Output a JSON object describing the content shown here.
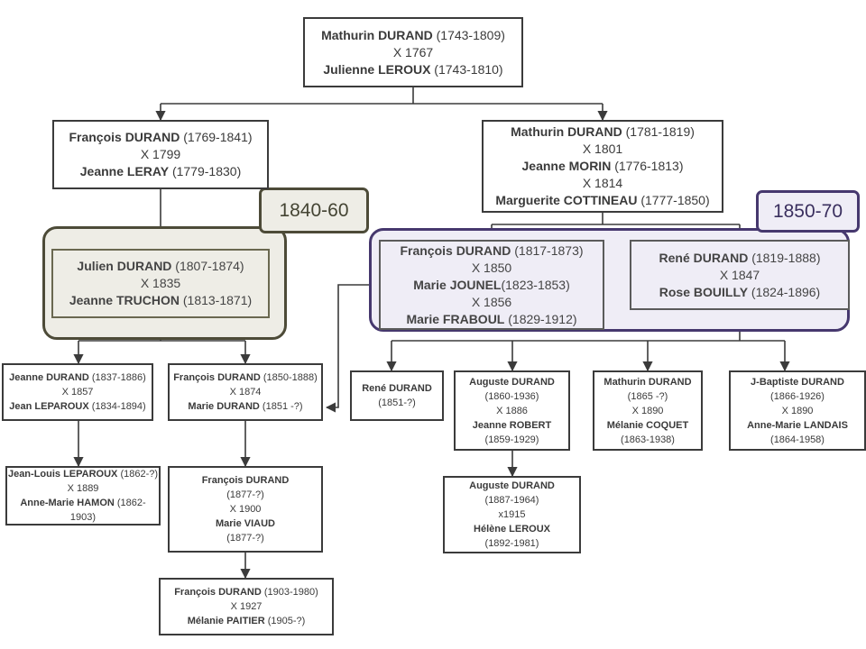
{
  "periods": {
    "p1": "1840-60",
    "p2": "1850-70"
  },
  "colors": {
    "olive_fill": "#eeede6",
    "olive_border": "#4d4b38",
    "purple_fill": "#efedf6",
    "purple_border": "#46386e",
    "line": "#3b3b3b"
  },
  "boxes": {
    "root": [
      {
        "n": "Mathurin DURAND",
        "d": " (1743-1809)"
      },
      {
        "t": "X 1767"
      },
      {
        "n": "Julienne LEROUX",
        "d": " (1743-1810)"
      }
    ],
    "francois1769": [
      {
        "n": "François DURAND",
        "d": " (1769-1841)"
      },
      {
        "t": "X 1799"
      },
      {
        "n": "Jeanne  LERAY",
        "d": " (1779-1830)"
      }
    ],
    "mathurin1781": [
      {
        "n": "Mathurin DURAND",
        "d": " (1781-1819)"
      },
      {
        "t": "X 1801"
      },
      {
        "n": "Jeanne  MORIN",
        "d": " (1776-1813)"
      },
      {
        "t": "X 1814"
      },
      {
        "n": "Marguerite COTTINEAU",
        "d": " (1777-1850)"
      }
    ],
    "julien": [
      {
        "n": "Julien DURAND",
        "d": " (1807-1874)"
      },
      {
        "t": "X 1835"
      },
      {
        "n": "Jeanne TRUCHON",
        "d": " (1813-1871)"
      }
    ],
    "francois1817": [
      {
        "n": "François DURAND",
        "d": " (1817-1873)"
      },
      {
        "t": "X 1850"
      },
      {
        "n": "Marie JOUNEL",
        "d": "(1823-1853)"
      },
      {
        "t": "X 1856"
      },
      {
        "n": "Marie FRABOUL",
        "d": " (1829-1912)"
      }
    ],
    "rene1819": [
      {
        "n": "René DURAND",
        "d": " (1819-1888)"
      },
      {
        "t": "X 1847"
      },
      {
        "n": "Rose BOUILLY",
        "d": " (1824-1896)"
      }
    ],
    "jeanne1837": [
      {
        "n": "Jeanne DURAND",
        "d": " (1837-1886)"
      },
      {
        "t": "X 1857"
      },
      {
        "n": "Jean LEPAROUX",
        "d": " (1834-1894)"
      }
    ],
    "francois1850": [
      {
        "n": "François DURAND",
        "d": " (1850-1888)"
      },
      {
        "t": "X 1874"
      },
      {
        "n": "Marie DURAND",
        "d": " (1851 -?)"
      }
    ],
    "jeanlouis": [
      {
        "n": "Jean-Louis LEPAROUX",
        "d": " (1862-?)"
      },
      {
        "t": "X 1889"
      },
      {
        "n": "Anne-Marie HAMON",
        "d": " (1862-"
      },
      {
        "t": "1903)"
      }
    ],
    "francois1877": [
      {
        "n": "François DURAND"
      },
      {
        "t": "(1877-?)"
      },
      {
        "t": "X 1900"
      },
      {
        "n": "Marie VIAUD"
      },
      {
        "t": "(1877-?)"
      }
    ],
    "francois1903": [
      {
        "n": "François DURAND",
        "d": " (1903-1980)"
      },
      {
        "t": "X 1927"
      },
      {
        "n": "Mélanie PAITIER",
        "d": " (1905-?)"
      }
    ],
    "rene1851": [
      {
        "n": "René DURAND"
      },
      {
        "t": "(1851-?)"
      }
    ],
    "auguste1860": [
      {
        "n": "Auguste DURAND"
      },
      {
        "t": "(1860-1936)"
      },
      {
        "t": "X 1886"
      },
      {
        "n": "Jeanne ROBERT"
      },
      {
        "t": "(1859-1929)"
      }
    ],
    "mathurin1865": [
      {
        "n": "Mathurin DURAND"
      },
      {
        "t": "(1865 -?)"
      },
      {
        "t": "X 1890"
      },
      {
        "n": "Mélanie COQUET"
      },
      {
        "t": "(1863-1938)"
      }
    ],
    "jbaptiste": [
      {
        "n": "J-Baptiste DURAND"
      },
      {
        "t": "(1866-1926)"
      },
      {
        "t": "X 1890"
      },
      {
        "n": "Anne-Marie LANDAIS"
      },
      {
        "t": "(1864-1958)"
      }
    ],
    "auguste1887": [
      {
        "n": "Auguste DURAND"
      },
      {
        "t": "(1887-1964)"
      },
      {
        "t": "x1915"
      },
      {
        "n": "Hélène LEROUX"
      },
      {
        "t": "(1892-1981)"
      }
    ]
  }
}
